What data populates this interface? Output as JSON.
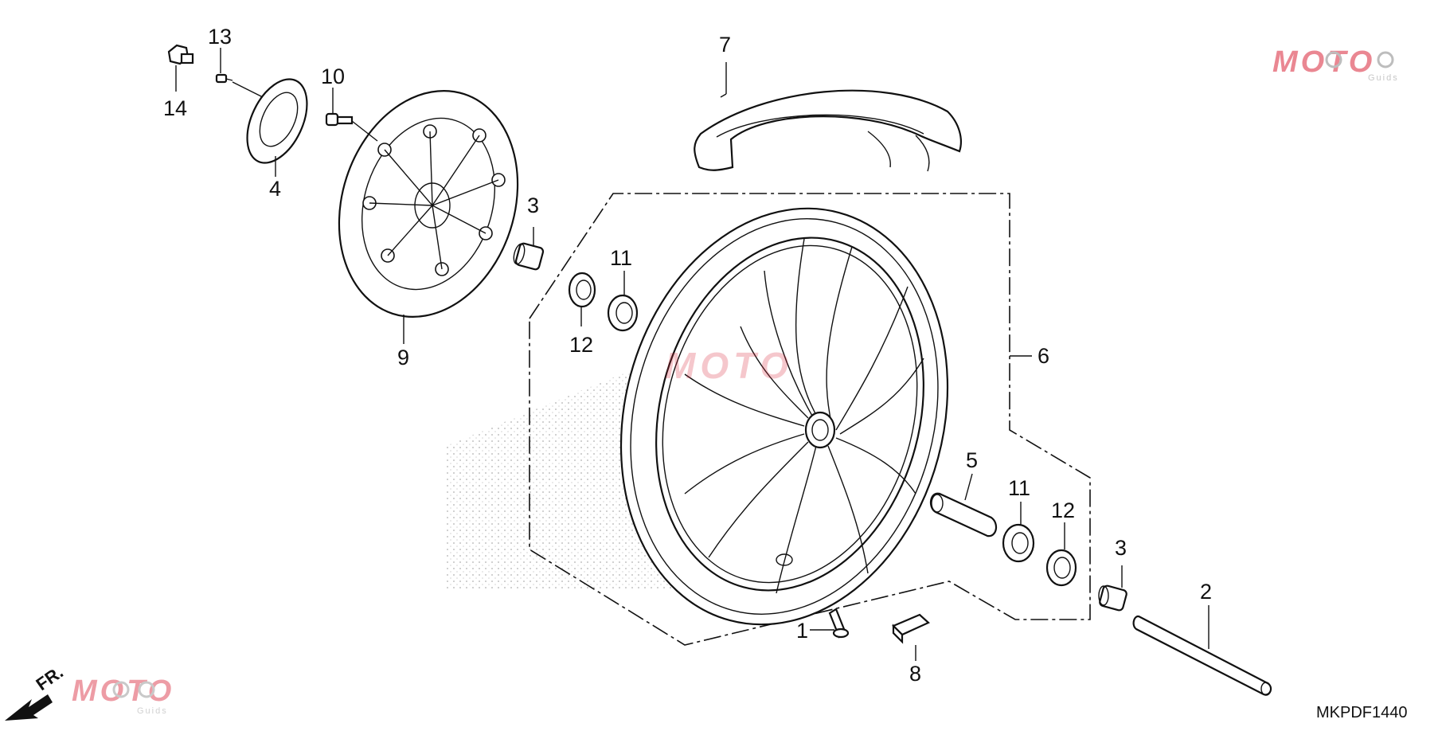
{
  "diagram": {
    "code": "MKPDF1440",
    "direction_label": "FR.",
    "watermark": {
      "text": "MOTO",
      "subtext": "Guids",
      "color": "#d9263a"
    },
    "callouts": [
      {
        "id": "c1",
        "label": "1"
      },
      {
        "id": "c2",
        "label": "2"
      },
      {
        "id": "c3a",
        "label": "3"
      },
      {
        "id": "c3b",
        "label": "3"
      },
      {
        "id": "c4",
        "label": "4"
      },
      {
        "id": "c5",
        "label": "5"
      },
      {
        "id": "c6",
        "label": "6"
      },
      {
        "id": "c7",
        "label": "7"
      },
      {
        "id": "c8",
        "label": "8"
      },
      {
        "id": "c9",
        "label": "9"
      },
      {
        "id": "c10",
        "label": "10"
      },
      {
        "id": "c11a",
        "label": "11"
      },
      {
        "id": "c11b",
        "label": "11"
      },
      {
        "id": "c12a",
        "label": "12"
      },
      {
        "id": "c12b",
        "label": "12"
      },
      {
        "id": "c13",
        "label": "13"
      },
      {
        "id": "c14",
        "label": "14"
      }
    ]
  }
}
